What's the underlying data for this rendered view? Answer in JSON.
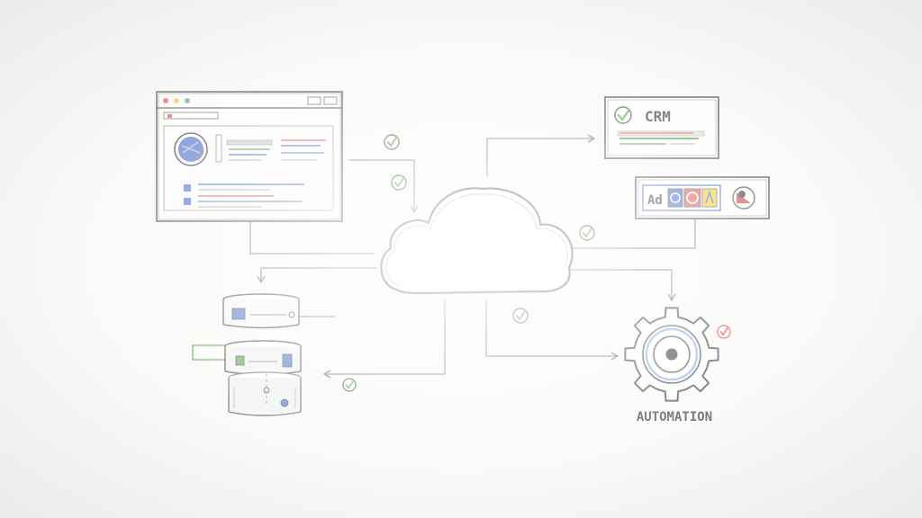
{
  "crm_card": {
    "title": "CRM"
  },
  "ads_card": {
    "ad_label": "Ad"
  },
  "automation": {
    "label": "AUTOMATION"
  },
  "colors": {
    "ink": "#2b2b2b",
    "check_green": "#3f9a2f",
    "check_red": "#d0342c",
    "accent_blue": "#2f5fc0",
    "accent_red": "#d8443b",
    "accent_yellow": "#f2c71b",
    "page_bg": "#f7f7f6"
  },
  "icons": [
    "browser-window-icon",
    "cloud-icon",
    "crm-card-icon",
    "ad-apps-card-icon",
    "database-server-icon",
    "gear-icon",
    "checkmark-icon",
    "red-checkmark-icon"
  ]
}
